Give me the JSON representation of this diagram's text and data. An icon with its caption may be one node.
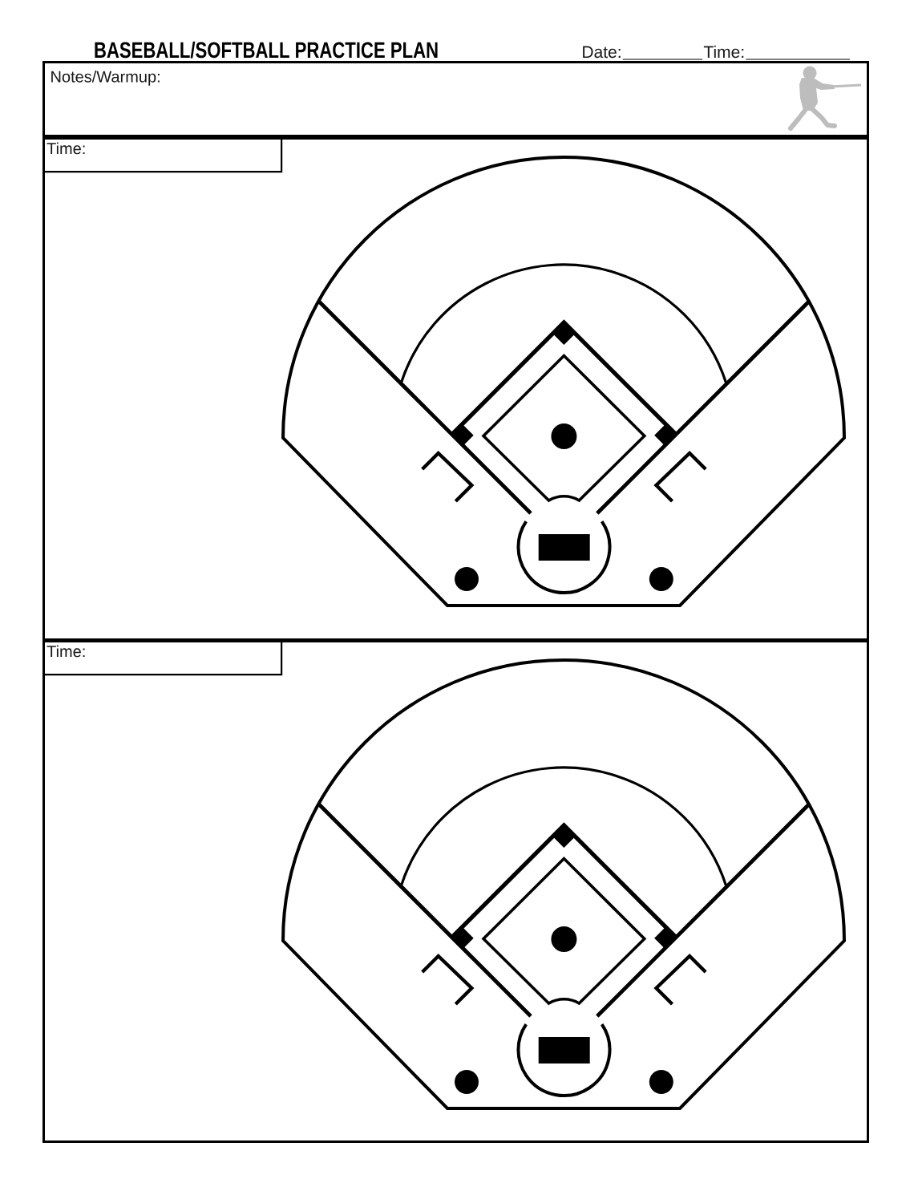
{
  "diagram": {
    "title": "BASEBALL/SOFTBALL PRACTICE PLAN",
    "nodes": [
      {
        "text": [
          "Notes/Warmup:"
        ]
      },
      {
        "text": [],
        "shape": "box"
      },
      {
        "text": [
          "Time:"
        ],
        "in": 1
      },
      {
        "text": [],
        "shape": "box"
      },
      {
        "text": [
          "Time:"
        ],
        "in": 3
      }
    ],
    "labels": [
      "Date:",
      "Time:"
    ]
  }
}
